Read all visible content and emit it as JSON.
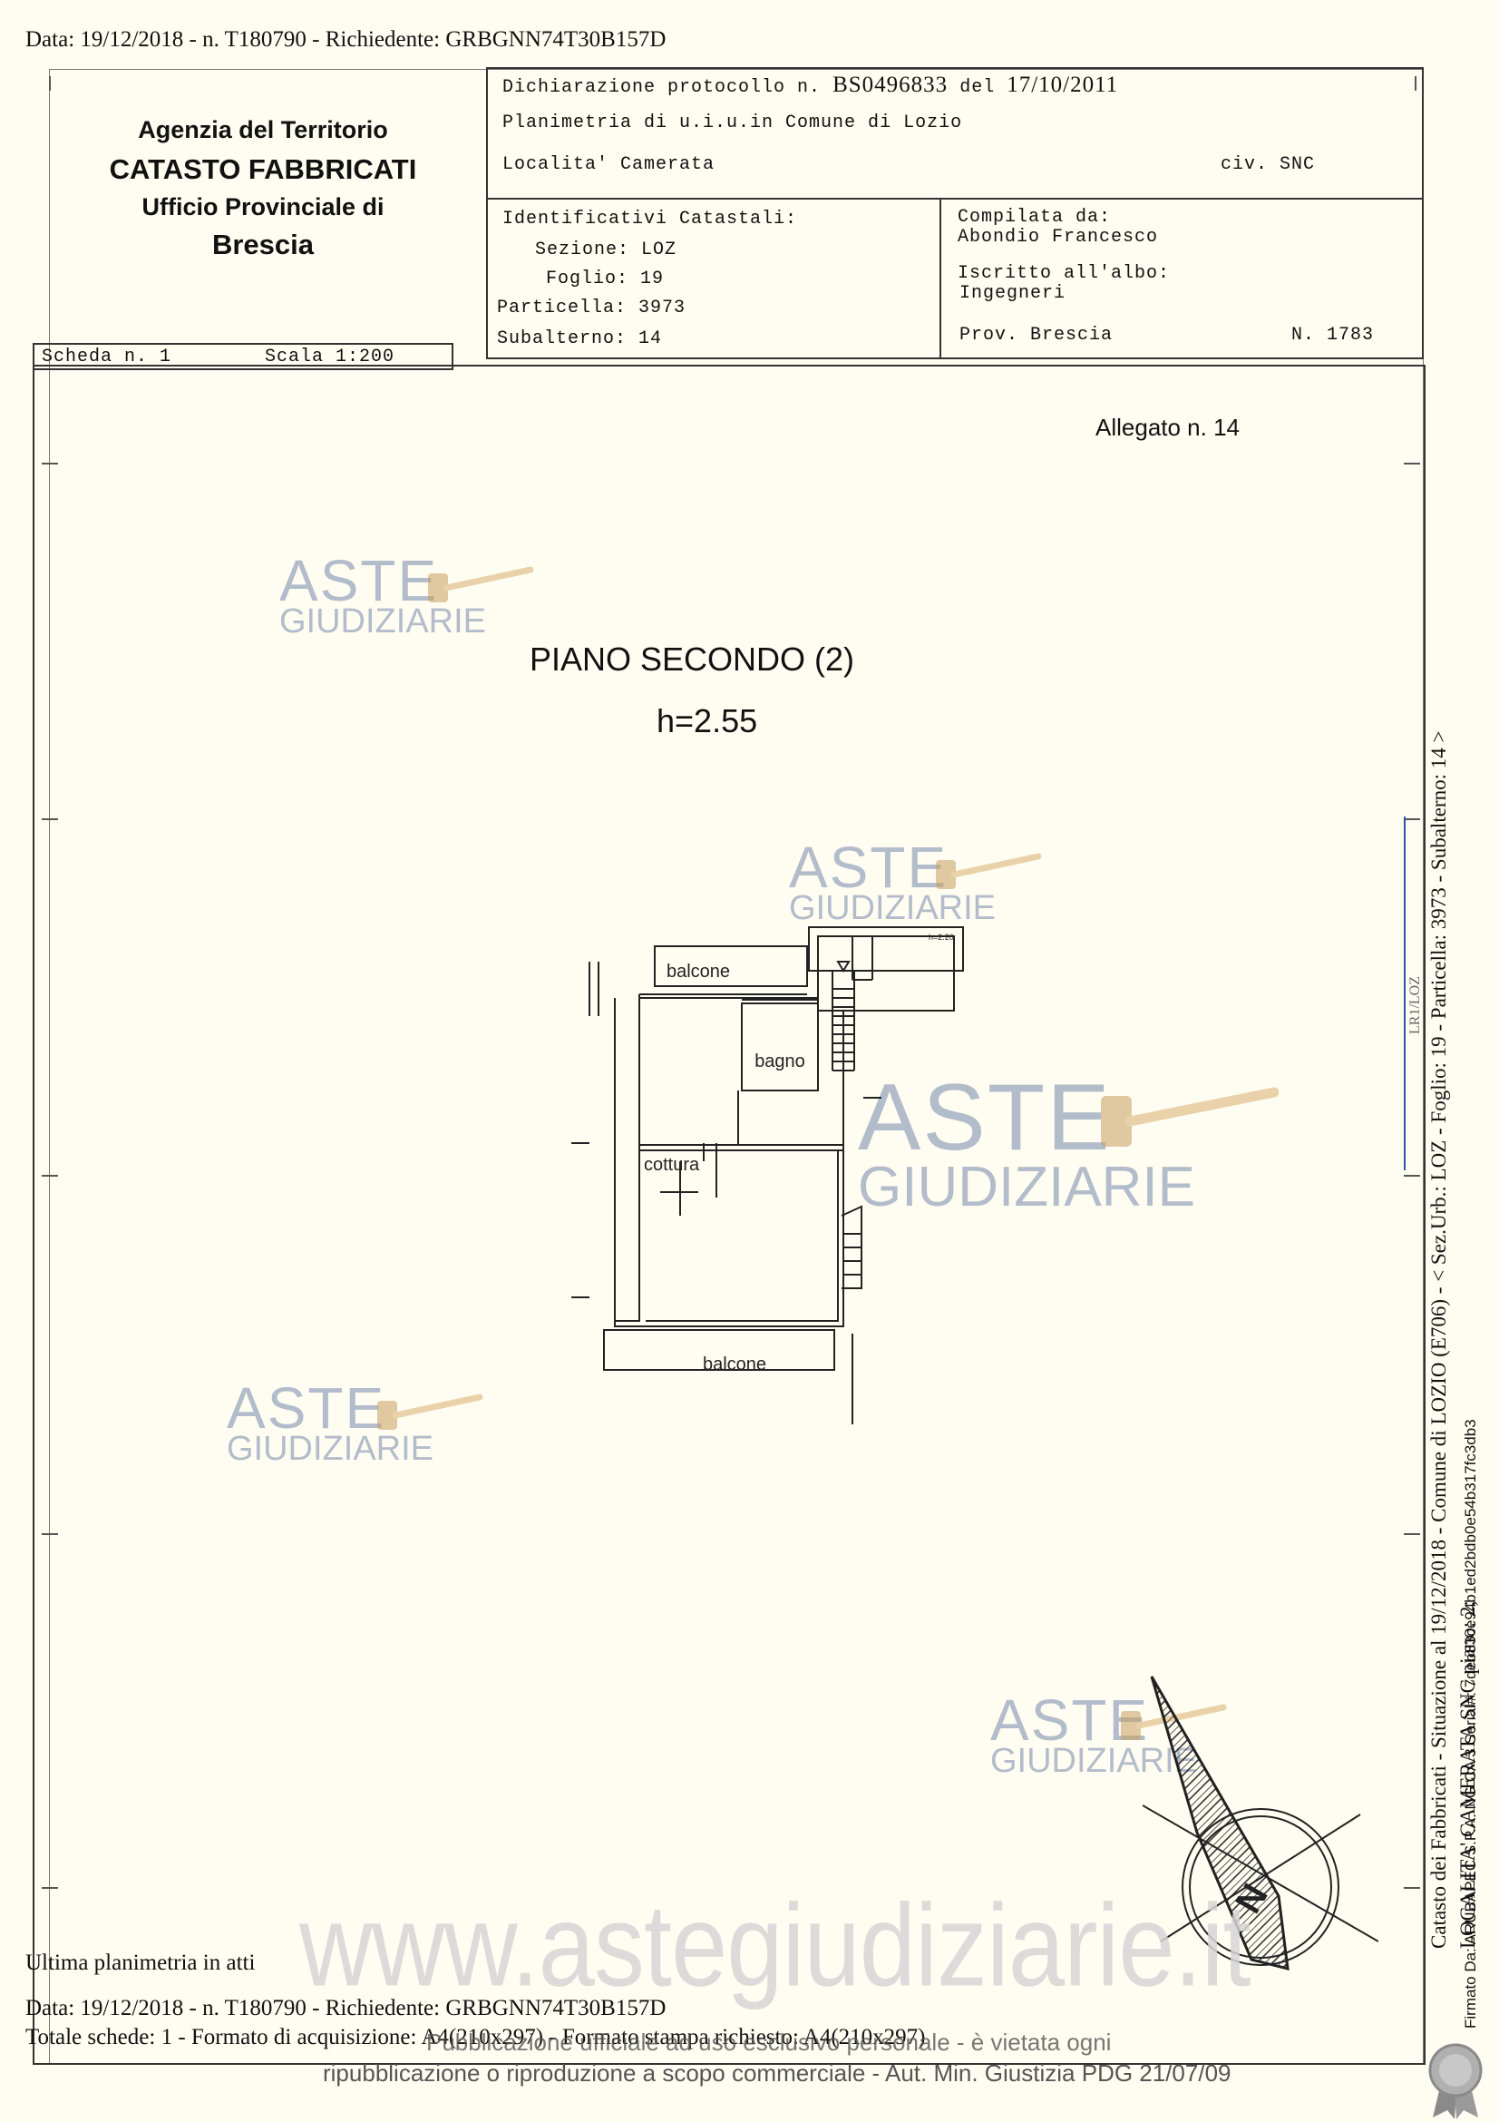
{
  "top_line": "Data: 19/12/2018 - n. T180790 - Richiedente: GRBGNN74T30B157D",
  "agency": {
    "line1": "Agenzia del Territorio",
    "line2": "CATASTO FABBRICATI",
    "line3": "Ufficio Provinciale di",
    "line4": "Brescia"
  },
  "header": {
    "protocol_label": "Dichiarazione protocollo n.",
    "protocol_no": "BS0496833",
    "protocol_del": "del",
    "protocol_date": "17/10/2011",
    "planimetria": "Planimetria di u.i.u.in Comune di Lozio",
    "localita": "Localita' Camerata",
    "civ": "civ. SNC"
  },
  "identificativi": {
    "title": "Identificativi Catastali:",
    "sezione_label": "Sezione:",
    "sezione": "LOZ",
    "foglio_label": "Foglio:",
    "foglio": "19",
    "particella_label": "Particella:",
    "particella": "3973",
    "subalterno_label": "Subalterno:",
    "subalterno": "14"
  },
  "compilata": {
    "label": "Compilata da:",
    "name": "Abondio Francesco",
    "albo_label": "Iscritto all'albo:",
    "albo": "Ingegneri",
    "prov": "Prov. Brescia",
    "n": "N.  1783"
  },
  "scheda": "Scheda n. 1",
  "scala": "Scala 1:200",
  "allegato": "Allegato n. 14",
  "floor_title": "PIANO SECONDO (2)",
  "floor_height": "h=2.55",
  "rooms": {
    "balcone_top": "balcone",
    "bagno": "bagno",
    "cottura": "cottura",
    "balcone_bottom": "balcone",
    "stair_h": "h=2.20"
  },
  "watermark": {
    "aste": "ASTE",
    "giudiziarie": "GIUDIZIARIE",
    "site": "www.astegiudiziarie.it"
  },
  "right_side_text": "Catasto dei Fabbricati - Situazione al 19/12/2018 - Comune di LOZIO (E706) - < Sez.Urb.: LOZ - Foglio: 19 - Particella: 3973 - Subalterno: 14 >",
  "right_side_text2": "LOCALITA' CAMERATA SNC piano: 2;",
  "right_side_small": "Firmato Da: ARUBAPEC S.P.A. NG CA 3 Serial#: 7deb83ce94b1ed2bdb0e54b317fc3db3",
  "margin_code": "LR1/LOZ",
  "footer": {
    "ultima": "Ultima planimetria in atti",
    "data": "Data: 19/12/2018 - n. T180790 - Richiedente: GRBGNN74T30B157D",
    "totale": "Totale schede: 1 - Formato di acquisizione: A4(210x297) - Formato stampa richiesto: A4(210x297)",
    "pubblicazione": "Pubblicazione ufficiale ad uso esclusivo personale - è vietata ogni",
    "ripubblicazione": "ripubblicazione o riproduzione a scopo commerciale - Aut. Min. Giustizia PDG 21/07/09"
  }
}
